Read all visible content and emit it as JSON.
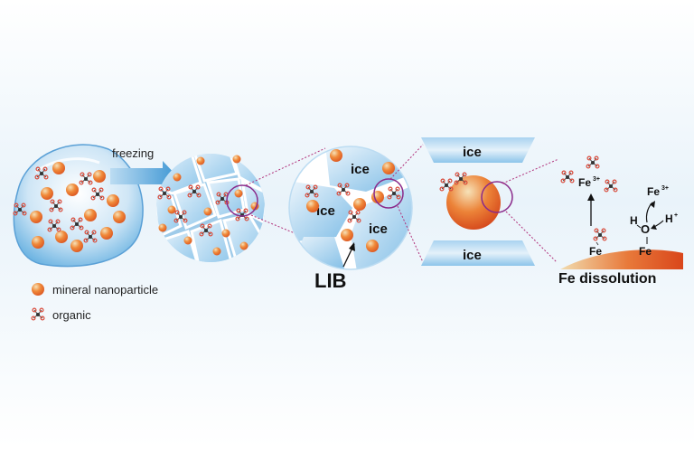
{
  "labels": {
    "freezing": "freezing",
    "ice": "ice",
    "lib": "LIB",
    "fe_dissolution": "Fe dissolution",
    "fe": "Fe",
    "fe3": "Fe",
    "fe3_sup": "3+",
    "h": "H",
    "h_plus": "H",
    "h_plus_sup": "+",
    "o": "O"
  },
  "legend": {
    "nanoparticle": "mineral nanoparticle",
    "organic": "organic"
  },
  "colors": {
    "particle": "#e0612a",
    "particle_light": "#f2d9a6",
    "ice_light": "#d6eaf7",
    "ice_dark": "#5aa9d8",
    "dashed": "#b0307a",
    "circle": "#8a2a8a",
    "organic": "#d94a3a"
  }
}
